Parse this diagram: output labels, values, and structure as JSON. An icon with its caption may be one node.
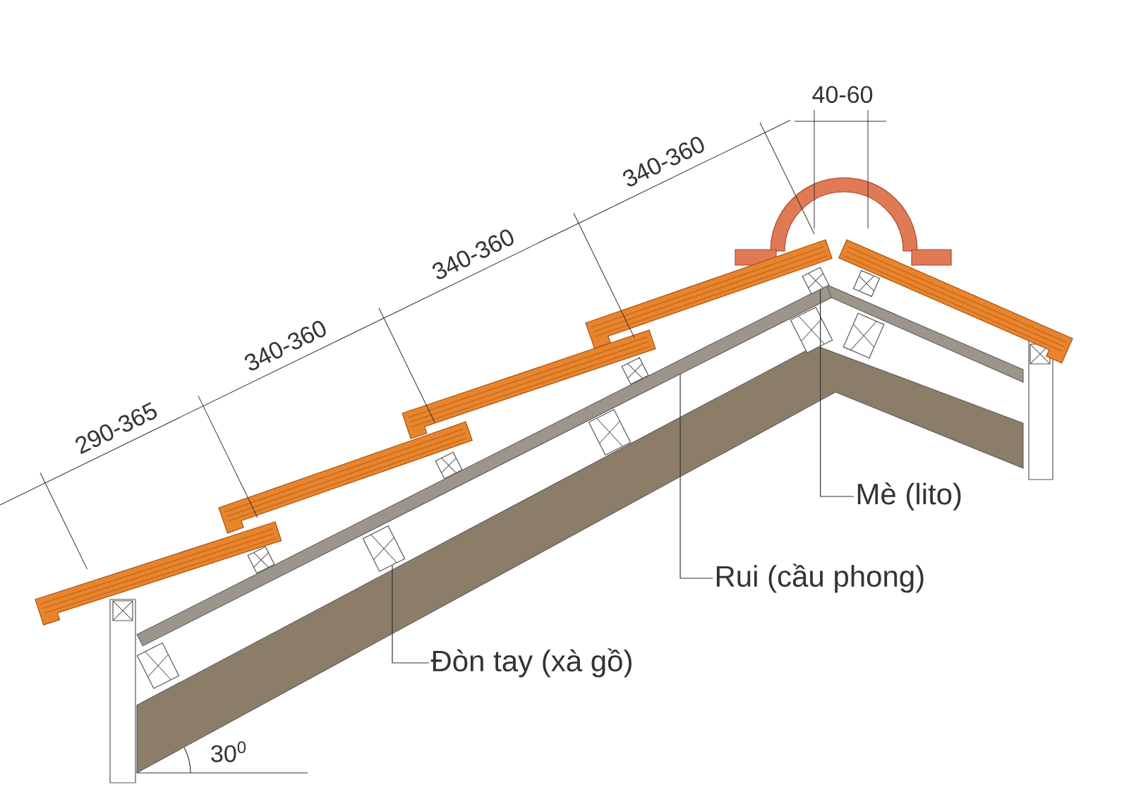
{
  "diagram": {
    "nodes": [
      {
        "text": [
          "Mè (lito)"
        ]
      },
      {
        "text": [
          "Rui (cầu phong)"
        ]
      },
      {
        "text": [
          "Đòn tay (xà gồ)"
        ]
      },
      {
        "text": [],
        "shape": "bar"
      },
      {
        "text": [],
        "shape": "box"
      },
      {
        "text": [],
        "shape": "box"
      },
      {
        "text": [],
        "shape": "box"
      },
      {
        "text": [],
        "shape": "box"
      },
      {
        "text": [],
        "shape": "box"
      },
      {
        "text": [],
        "shape": "box"
      },
      {
        "text": [],
        "shape": "box"
      },
      {
        "text": [],
        "shape": "box"
      },
      {
        "text": [],
        "shape": "box"
      },
      {
        "text": [],
        "shape": "box"
      },
      {
        "text": [],
        "shape": "box"
      },
      {
        "text": [],
        "shape": "box"
      }
    ],
    "edges": [
      {
        "from": 0,
        "to": 13,
        "arrow": "none"
      },
      {
        "from": 1,
        "to": 3,
        "arrow": "none"
      },
      {
        "from": 2,
        "to": 5,
        "arrow": "none"
      }
    ],
    "labels": [
      "290-365",
      "340-360",
      "340-360",
      "340-360",
      "40-60",
      "30$^{0}$"
    ]
  }
}
